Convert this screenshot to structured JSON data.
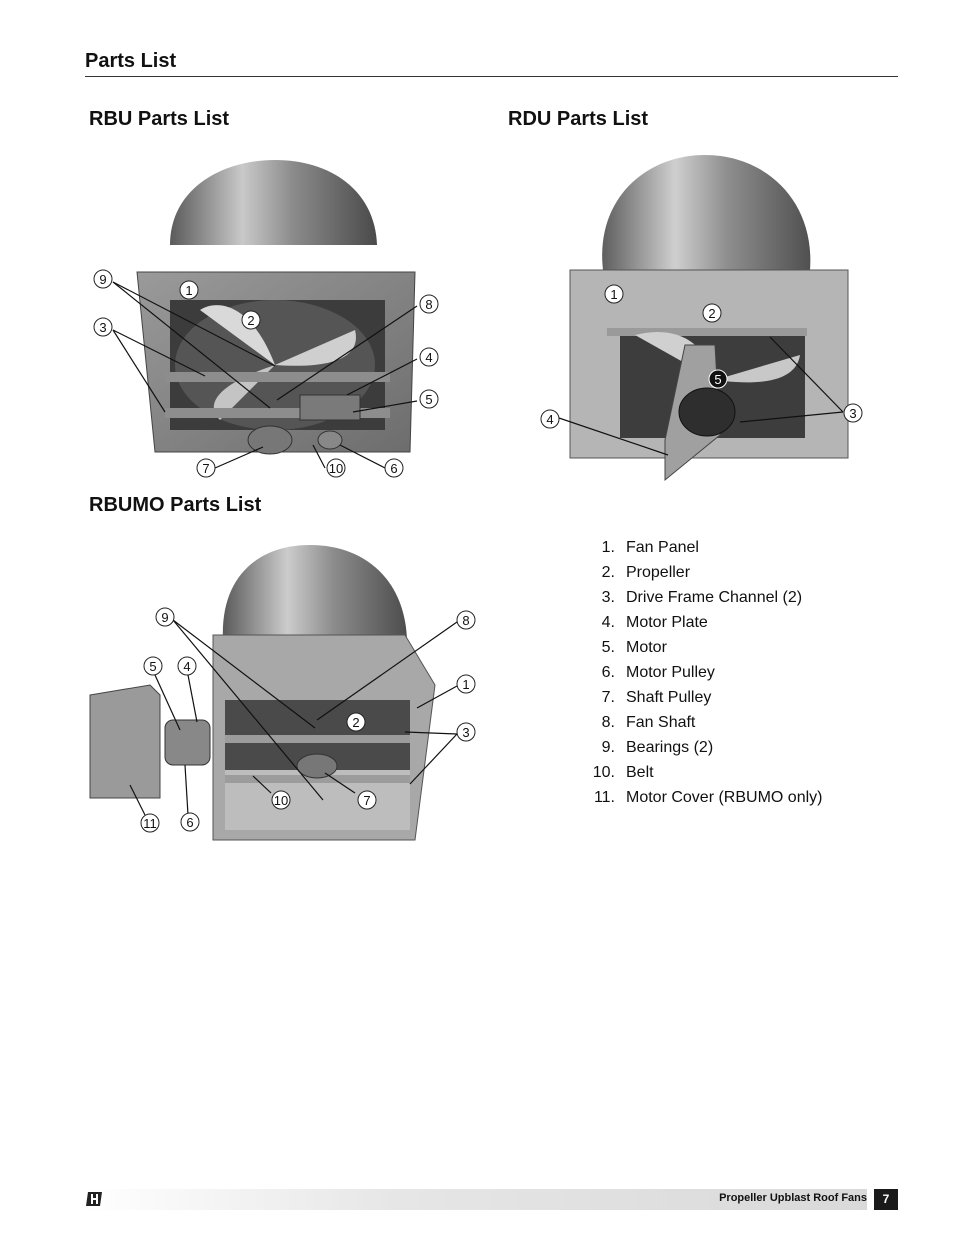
{
  "header": {
    "title": "Parts List"
  },
  "sections": {
    "rbu_title": "RBU Parts List",
    "rdu_title": "RDU Parts List",
    "rbumo_title": "RBUMO Parts List"
  },
  "callouts": {
    "rbu": [
      "9",
      "1",
      "2",
      "3",
      "8",
      "4",
      "5",
      "7",
      "10",
      "6"
    ],
    "rdu": [
      "1",
      "2",
      "5",
      "4",
      "3"
    ],
    "rbumo": [
      "9",
      "8",
      "5",
      "4",
      "1",
      "2",
      "3",
      "10",
      "7",
      "11",
      "6"
    ]
  },
  "parts": [
    {
      "num": "1.",
      "name": "Fan Panel"
    },
    {
      "num": "2.",
      "name": "Propeller"
    },
    {
      "num": "3.",
      "name": "Drive Frame Channel (2)"
    },
    {
      "num": "4.",
      "name": "Motor Plate"
    },
    {
      "num": "5.",
      "name": "Motor"
    },
    {
      "num": "6.",
      "name": "Motor Pulley"
    },
    {
      "num": "7.",
      "name": "Shaft Pulley"
    },
    {
      "num": "8.",
      "name": "Fan Shaft"
    },
    {
      "num": "9.",
      "name": "Bearings (2)"
    },
    {
      "num": "10.",
      "name": "Belt"
    },
    {
      "num": "11.",
      "name": "Motor Cover (RBUMO only)"
    }
  ],
  "footer": {
    "doc_title": "Propeller Upblast Roof Fans",
    "page": "7",
    "logo_icon": "greenheck-logo-icon"
  }
}
